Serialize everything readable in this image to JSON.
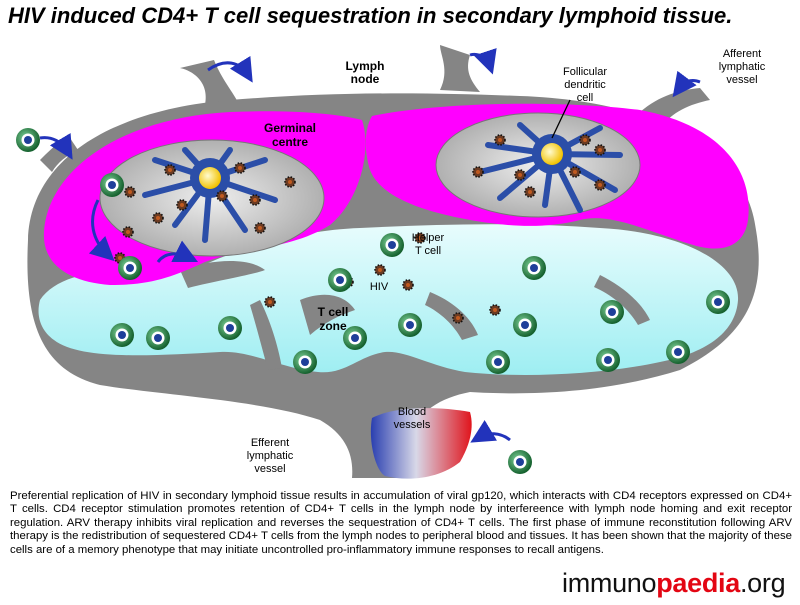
{
  "title": "HIV induced CD4+ T cell sequestration in secondary lymphoid tissue.",
  "labels": {
    "lymph_node_1": "Lymph",
    "lymph_node_2": "node",
    "germinal_1": "Germinal",
    "germinal_2": "centre",
    "fdc_1": "Follicular",
    "fdc_2": "dendritic",
    "fdc_3": "cell",
    "afferent_1": "Afferent",
    "afferent_2": "lymphatic",
    "afferent_3": "vessel",
    "helper_1": "Helper",
    "helper_2": "T cell",
    "hiv": "HIV",
    "tzone_1": "T cell",
    "tzone_2": "zone",
    "blood_1": "Blood",
    "blood_2": "vessels",
    "efferent_1": "Efferent",
    "efferent_2": "lymphatic",
    "efferent_3": "vessel"
  },
  "caption": "Preferential replication of HIV in secondary lymphoid tissue results in accumulation of viral gp120, which interacts with CD4 receptors expressed on CD4+ T cells. CD4 receptor stimulation promotes retention of CD4+ T cells in the lymph node by interfereence with lymph node homing and exit receptor regulation. ARV therapy inhibits viral replication and reverses the sequestration of CD4+ T cells. The first phase of immune reconstitution following ARV therapy is the redistribution of sequestered CD4+ T cells from the lymph nodes to peripheral blood and tissues. It has been shown that the majority of these cells are of a memory phenotype that may initiate uncontrolled pro-inflammatory immune responses to recall antigens.",
  "brand": {
    "pre": "immuno",
    "mid": "paedia",
    "post": ".org"
  },
  "colors": {
    "capsule": "#858585",
    "germinal": "#ff00ff",
    "paracortex": "#b3f3f5",
    "follicle": "#c4c4c4",
    "dendritic": "#2b4ea8",
    "cell_outer": "#1e7a3c",
    "arrow": "#2233bb",
    "blood_red": "#e0141c",
    "blood_blue": "#2a3fb0"
  }
}
